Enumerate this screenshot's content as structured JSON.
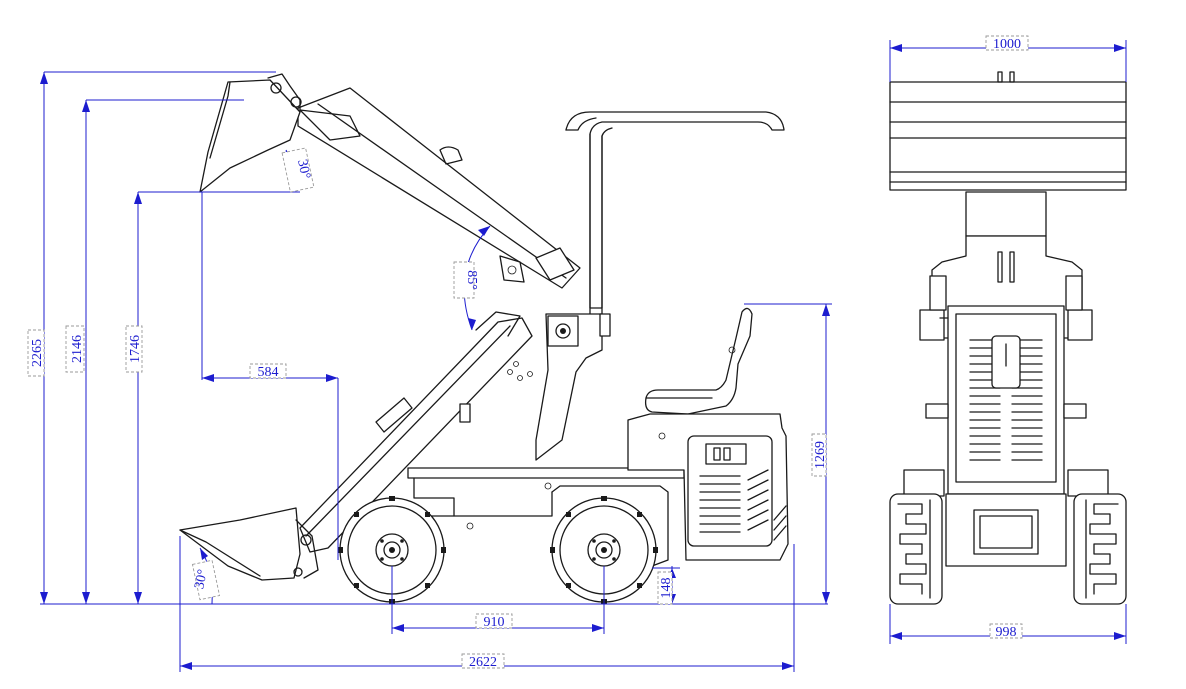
{
  "dimensions": {
    "total_height": "2265",
    "hinge_height": "2146",
    "dump_height": "1746",
    "dump_reach": "584",
    "wheelbase": "910",
    "ground_clearance": "148",
    "seat_height": "1269",
    "total_length": "2622",
    "bucket_width": "1000",
    "track_width": "998"
  },
  "angles": {
    "bucket_raised": "30°",
    "arm_rotation": "85°",
    "bucket_ground": "30°"
  }
}
